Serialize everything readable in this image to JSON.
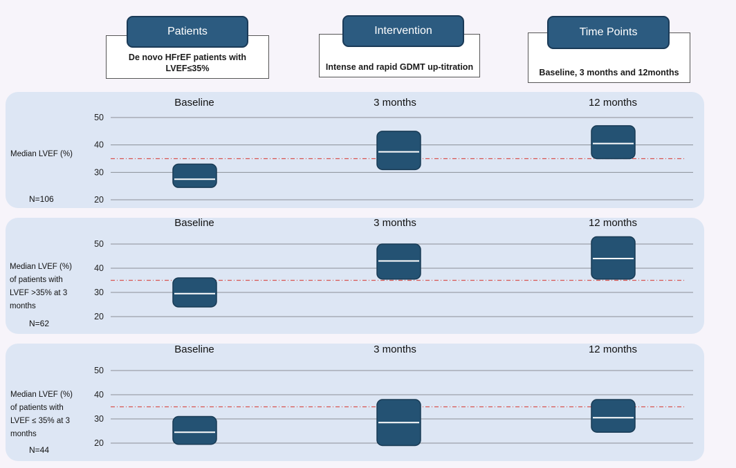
{
  "headers": [
    {
      "title": "Patients",
      "text": "De novo HFrEF patients with LVEF≤35%"
    },
    {
      "title": "Intervention",
      "text": "Intense and rapid GDMT up-titration"
    },
    {
      "title": "Time Points",
      "text": "Baseline, 3 months and 12months"
    }
  ],
  "colors": {
    "box": "#245273",
    "header": "#2c5b80",
    "panel": "#dde6f4",
    "threshold": "#d9534f"
  },
  "chart_data": [
    {
      "type": "box",
      "ylabel": "Median LVEF (%)",
      "n_label": "N=106",
      "yticks": [
        20,
        30,
        40,
        50
      ],
      "ylim": [
        20,
        50
      ],
      "threshold": 35,
      "categories": [
        "Baseline",
        "3 months",
        "12 months"
      ],
      "boxes": [
        {
          "q1": 24.5,
          "median": 27.5,
          "q3": 33
        },
        {
          "q1": 31,
          "median": 37.5,
          "q3": 45
        },
        {
          "q1": 35,
          "median": 40.5,
          "q3": 47
        }
      ]
    },
    {
      "type": "box",
      "ylabel": "Median LVEF (%) of patients with LVEF >35% at 3 months",
      "n_label": "N=62",
      "yticks": [
        20,
        30,
        40,
        50
      ],
      "ylim": [
        20,
        50
      ],
      "threshold": 35,
      "categories": [
        "Baseline",
        "3 months",
        "12 months"
      ],
      "boxes": [
        {
          "q1": 24,
          "median": 29.5,
          "q3": 36
        },
        {
          "q1": 35.5,
          "median": 43,
          "q3": 50
        },
        {
          "q1": 35.5,
          "median": 44,
          "q3": 53
        }
      ]
    },
    {
      "type": "box",
      "ylabel": "Median LVEF (%) of patients with LVEF ≤ 35% at 3 months",
      "n_label": "N=44",
      "yticks": [
        20,
        30,
        40,
        50
      ],
      "ylim": [
        20,
        50
      ],
      "threshold": 35,
      "categories": [
        "Baseline",
        "3 months",
        "12 months"
      ],
      "boxes": [
        {
          "q1": 19.5,
          "median": 24.5,
          "q3": 31
        },
        {
          "q1": 19,
          "median": 28.5,
          "q3": 38
        },
        {
          "q1": 24.5,
          "median": 30.5,
          "q3": 38
        }
      ]
    }
  ]
}
